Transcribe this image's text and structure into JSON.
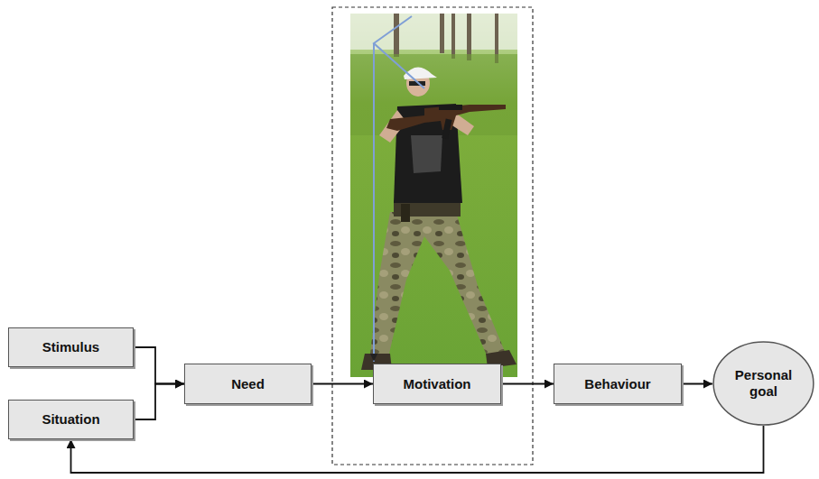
{
  "diagram": {
    "nodes": [
      {
        "text": [
          "Stimulus"
        ]
      },
      {
        "text": [
          "Situation"
        ]
      },
      {
        "text": [
          "Need"
        ]
      },
      {
        "text": [
          "Motivation"
        ]
      },
      {
        "text": [
          "Behaviour"
        ]
      },
      {
        "text": [
          "Personal goal"
        ]
      }
    ],
    "edges": [
      {
        "from": 0,
        "to": 2,
        "arrow": "to"
      },
      {
        "from": 1,
        "to": 2,
        "arrow": "to"
      },
      {
        "from": 2,
        "to": 3,
        "arrow": "to"
      },
      {
        "from": 3,
        "to": 4,
        "arrow": "to"
      },
      {
        "from": 4,
        "to": 5,
        "arrow": "to"
      },
      {
        "from": 5,
        "to": 1,
        "arrow": "to"
      }
    ]
  }
}
